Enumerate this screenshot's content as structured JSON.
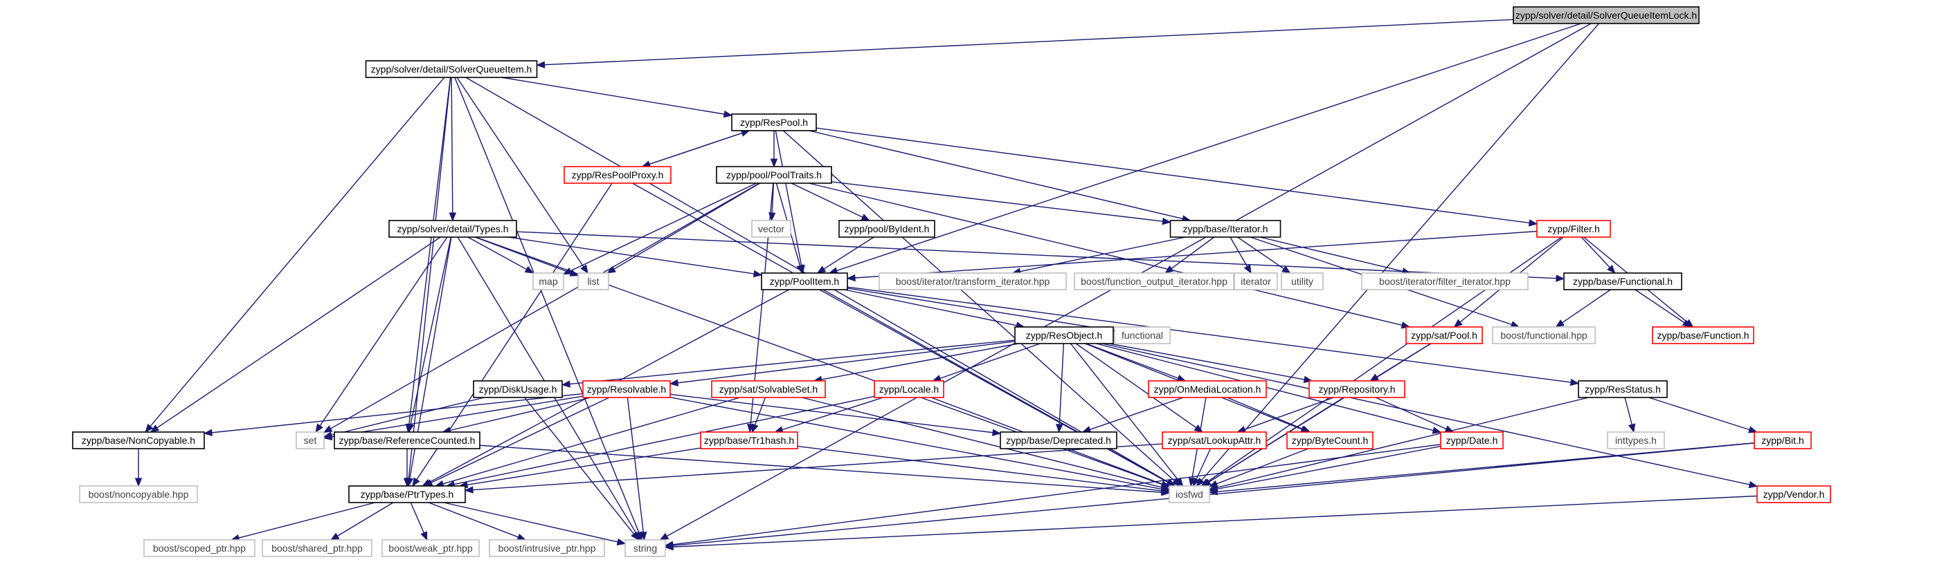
{
  "colors": {
    "edge": "#191970",
    "node_border_black": "#000000",
    "node_border_red": "#ff0000",
    "node_border_gray": "#bfbfbf",
    "node_fill_root": "#bfbfbf",
    "node_fill": "#ffffff",
    "text": "#000000",
    "text_external": "#404040"
  },
  "nodes": {
    "root": {
      "label": "zypp/solver/detail/SolverQueueItemLock.h",
      "style": "root"
    },
    "sqi": {
      "label": "zypp/solver/detail/SolverQueueItem.h",
      "style": "black"
    },
    "respool": {
      "label": "zypp/ResPool.h",
      "style": "black"
    },
    "respoolproxy": {
      "label": "zypp/ResPoolProxy.h",
      "style": "red"
    },
    "pooltraits": {
      "label": "zypp/pool/PoolTraits.h",
      "style": "black"
    },
    "types": {
      "label": "zypp/solver/detail/Types.h",
      "style": "black"
    },
    "byident": {
      "label": "zypp/pool/ByIdent.h",
      "style": "black"
    },
    "vector": {
      "label": "vector",
      "style": "gray"
    },
    "baseiterator": {
      "label": "zypp/base/Iterator.h",
      "style": "black"
    },
    "filter": {
      "label": "zypp/Filter.h",
      "style": "red"
    },
    "map": {
      "label": "map",
      "style": "gray"
    },
    "list": {
      "label": "list",
      "style": "gray"
    },
    "poolitem": {
      "label": "zypp/PoolItem.h",
      "style": "black"
    },
    "transform": {
      "label": "boost/iterator/transform_iterator.hpp",
      "style": "gray"
    },
    "funcoutput": {
      "label": "boost/function_output_iterator.hpp",
      "style": "gray"
    },
    "iterator": {
      "label": "iterator",
      "style": "gray"
    },
    "utility": {
      "label": "utility",
      "style": "gray"
    },
    "filteriter": {
      "label": "boost/iterator/filter_iterator.hpp",
      "style": "gray"
    },
    "basefunctional": {
      "label": "zypp/base/Functional.h",
      "style": "black"
    },
    "functional": {
      "label": "functional",
      "style": "gray"
    },
    "resobject": {
      "label": "zypp/ResObject.h",
      "style": "black"
    },
    "satpool": {
      "label": "zypp/sat/Pool.h",
      "style": "red"
    },
    "boostfunctional": {
      "label": "boost/functional.hpp",
      "style": "gray"
    },
    "basefunction": {
      "label": "zypp/base/Function.h",
      "style": "red"
    },
    "diskusage": {
      "label": "zypp/DiskUsage.h",
      "style": "black"
    },
    "resolvable": {
      "label": "zypp/Resolvable.h",
      "style": "red"
    },
    "solvableset": {
      "label": "zypp/sat/SolvableSet.h",
      "style": "red"
    },
    "locale": {
      "label": "zypp/Locale.h",
      "style": "red"
    },
    "onmedialoc": {
      "label": "zypp/OnMediaLocation.h",
      "style": "red"
    },
    "repository": {
      "label": "zypp/Repository.h",
      "style": "red"
    },
    "resstatus": {
      "label": "zypp/ResStatus.h",
      "style": "black"
    },
    "noncopyable": {
      "label": "zypp/base/NonCopyable.h",
      "style": "black"
    },
    "set": {
      "label": "set",
      "style": "gray"
    },
    "refcounted": {
      "label": "zypp/base/ReferenceCounted.h",
      "style": "black"
    },
    "tr1hash": {
      "label": "zypp/base/Tr1hash.h",
      "style": "red"
    },
    "deprecated": {
      "label": "zypp/base/Deprecated.h",
      "style": "black"
    },
    "lookupattr": {
      "label": "zypp/sat/LookupAttr.h",
      "style": "red"
    },
    "bytecount": {
      "label": "zypp/ByteCount.h",
      "style": "red"
    },
    "date": {
      "label": "zypp/Date.h",
      "style": "red"
    },
    "inttypes": {
      "label": "inttypes.h",
      "style": "gray"
    },
    "bit": {
      "label": "zypp/Bit.h",
      "style": "red"
    },
    "boostnoncopy": {
      "label": "boost/noncopyable.hpp",
      "style": "gray"
    },
    "ptrtypes": {
      "label": "zypp/base/PtrTypes.h",
      "style": "black"
    },
    "iosfwd": {
      "label": "iosfwd",
      "style": "gray"
    },
    "vendor": {
      "label": "zypp/Vendor.h",
      "style": "red"
    },
    "scopedptr": {
      "label": "boost/scoped_ptr.hpp",
      "style": "gray"
    },
    "sharedptr": {
      "label": "boost/shared_ptr.hpp",
      "style": "gray"
    },
    "weakptr": {
      "label": "boost/weak_ptr.hpp",
      "style": "gray"
    },
    "intrusiveptr": {
      "label": "boost/intrusive_ptr.hpp",
      "style": "gray"
    },
    "string": {
      "label": "string",
      "style": "gray"
    }
  },
  "edges": [
    [
      "root",
      "sqi"
    ],
    [
      "root",
      "poolitem"
    ],
    [
      "root",
      "iosfwd"
    ],
    [
      "root",
      "string"
    ],
    [
      "sqi",
      "respool"
    ],
    [
      "sqi",
      "types"
    ],
    [
      "sqi",
      "list"
    ],
    [
      "sqi",
      "noncopyable"
    ],
    [
      "sqi",
      "refcounted"
    ],
    [
      "sqi",
      "ptrtypes"
    ],
    [
      "sqi",
      "string"
    ],
    [
      "sqi",
      "iosfwd"
    ],
    [
      "respool",
      "respoolproxy"
    ],
    [
      "respool",
      "pooltraits"
    ],
    [
      "respool",
      "baseiterator"
    ],
    [
      "respool",
      "filter"
    ],
    [
      "respool",
      "poolitem"
    ],
    [
      "respool",
      "iosfwd"
    ],
    [
      "respoolproxy",
      "respool"
    ],
    [
      "respoolproxy",
      "ptrtypes"
    ],
    [
      "respoolproxy",
      "iosfwd"
    ],
    [
      "pooltraits",
      "vector"
    ],
    [
      "pooltraits",
      "byident"
    ],
    [
      "pooltraits",
      "baseiterator"
    ],
    [
      "pooltraits",
      "map"
    ],
    [
      "pooltraits",
      "list"
    ],
    [
      "pooltraits",
      "set"
    ],
    [
      "pooltraits",
      "poolitem"
    ],
    [
      "pooltraits",
      "tr1hash"
    ],
    [
      "pooltraits",
      "satpool"
    ],
    [
      "types",
      "map"
    ],
    [
      "types",
      "list"
    ],
    [
      "types",
      "poolitem"
    ],
    [
      "types",
      "basefunctional"
    ],
    [
      "types",
      "noncopyable"
    ],
    [
      "types",
      "set"
    ],
    [
      "types",
      "refcounted"
    ],
    [
      "types",
      "ptrtypes"
    ],
    [
      "types",
      "iosfwd"
    ],
    [
      "types",
      "string"
    ],
    [
      "byident",
      "poolitem"
    ],
    [
      "baseiterator",
      "transform"
    ],
    [
      "baseiterator",
      "funcoutput"
    ],
    [
      "baseiterator",
      "iterator"
    ],
    [
      "baseiterator",
      "utility"
    ],
    [
      "baseiterator",
      "filteriter"
    ],
    [
      "baseiterator",
      "boostfunctional"
    ],
    [
      "filter",
      "poolitem"
    ],
    [
      "filter",
      "basefunctional"
    ],
    [
      "filter",
      "satpool"
    ],
    [
      "filter",
      "basefunction"
    ],
    [
      "filter",
      "iosfwd"
    ],
    [
      "poolitem",
      "resobject"
    ],
    [
      "poolitem",
      "functional"
    ],
    [
      "poolitem",
      "resstatus"
    ],
    [
      "poolitem",
      "ptrtypes"
    ],
    [
      "poolitem",
      "iosfwd"
    ],
    [
      "basefunctional",
      "boostfunctional"
    ],
    [
      "basefunctional",
      "basefunction"
    ],
    [
      "resobject",
      "diskusage"
    ],
    [
      "resobject",
      "resolvable"
    ],
    [
      "resobject",
      "solvableset"
    ],
    [
      "resobject",
      "locale"
    ],
    [
      "resobject",
      "onmedialoc"
    ],
    [
      "resobject",
      "repository"
    ],
    [
      "resobject",
      "lookupattr"
    ],
    [
      "resobject",
      "bytecount"
    ],
    [
      "resobject",
      "date"
    ],
    [
      "resobject",
      "deprecated"
    ],
    [
      "resobject",
      "vendor"
    ],
    [
      "resobject",
      "iosfwd"
    ],
    [
      "satpool",
      "repository"
    ],
    [
      "satpool",
      "iosfwd"
    ],
    [
      "diskusage",
      "set"
    ],
    [
      "diskusage",
      "string"
    ],
    [
      "resolvable",
      "noncopyable"
    ],
    [
      "resolvable",
      "refcounted"
    ],
    [
      "resolvable",
      "ptrtypes"
    ],
    [
      "resolvable",
      "deprecated"
    ],
    [
      "resolvable",
      "iosfwd"
    ],
    [
      "resolvable",
      "string"
    ],
    [
      "resolvable",
      "set"
    ],
    [
      "solvableset",
      "tr1hash"
    ],
    [
      "solvableset",
      "ptrtypes"
    ],
    [
      "solvableset",
      "iosfwd"
    ],
    [
      "locale",
      "tr1hash"
    ],
    [
      "locale",
      "ptrtypes"
    ],
    [
      "locale",
      "iosfwd"
    ],
    [
      "onmedialoc",
      "deprecated"
    ],
    [
      "onmedialoc",
      "bytecount"
    ],
    [
      "onmedialoc",
      "iosfwd"
    ],
    [
      "repository",
      "lookupattr"
    ],
    [
      "repository",
      "date"
    ],
    [
      "repository",
      "iosfwd"
    ],
    [
      "resstatus",
      "inttypes"
    ],
    [
      "resstatus",
      "bit"
    ],
    [
      "resstatus",
      "iosfwd"
    ],
    [
      "noncopyable",
      "boostnoncopy"
    ],
    [
      "refcounted",
      "ptrtypes"
    ],
    [
      "refcounted",
      "iosfwd"
    ],
    [
      "tr1hash",
      "iosfwd"
    ],
    [
      "tr1hash",
      "ptrtypes"
    ],
    [
      "lookupattr",
      "ptrtypes"
    ],
    [
      "lookupattr",
      "iosfwd"
    ],
    [
      "bytecount",
      "iosfwd"
    ],
    [
      "date",
      "iosfwd"
    ],
    [
      "date",
      "string"
    ],
    [
      "bit",
      "iosfwd"
    ],
    [
      "bit",
      "string"
    ],
    [
      "vendor",
      "string"
    ],
    [
      "ptrtypes",
      "scopedptr"
    ],
    [
      "ptrtypes",
      "sharedptr"
    ],
    [
      "ptrtypes",
      "weakptr"
    ],
    [
      "ptrtypes",
      "intrusiveptr"
    ],
    [
      "ptrtypes",
      "string"
    ]
  ]
}
